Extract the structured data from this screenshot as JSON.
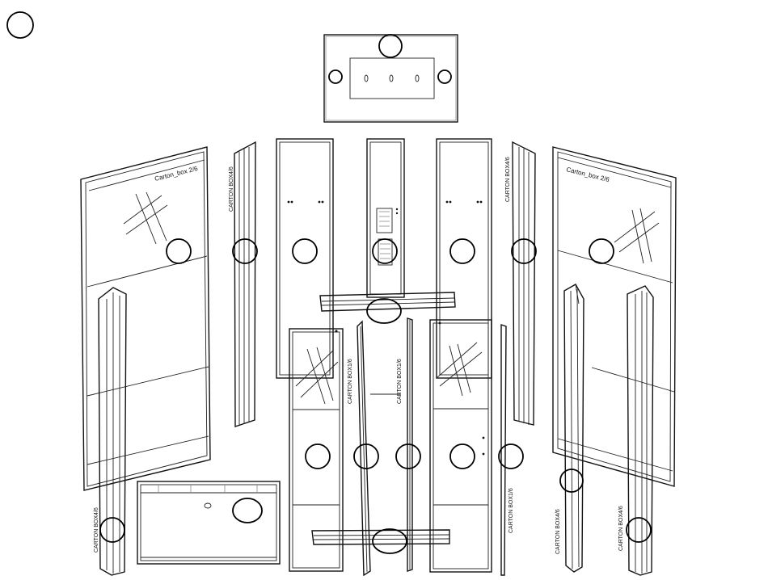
{
  "labels": {
    "carton_box_2_6": "Carton_box 2/6",
    "carton_box_4_6": "CARTON BOX4/6",
    "carton_box_1_6": "CARTON BOX1/6",
    "carton_box_4_6_partial": "CARTON BOX4/6"
  }
}
